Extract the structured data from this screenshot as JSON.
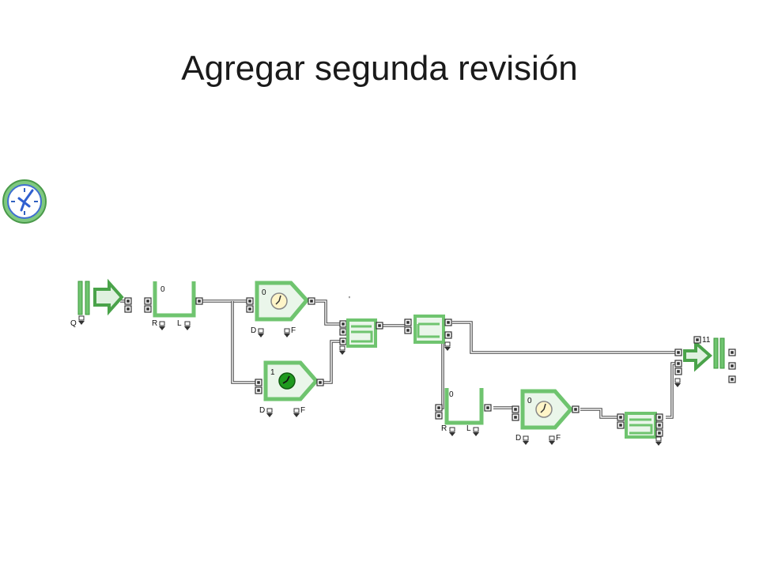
{
  "slide": {
    "title": "Agregar segunda revisión"
  },
  "diagram": {
    "colors": {
      "block": "#6fc46f",
      "block_dark": "#3c9a3c",
      "wire": "#444444",
      "active": "#1f9a1f"
    },
    "clock_icon": "clock-icon",
    "source": {
      "port_label": "Q"
    },
    "queue_1": {
      "count": "0",
      "port_r": "R",
      "port_l": "L"
    },
    "activity_1": {
      "count": "0",
      "port_d": "D",
      "port_f": "F"
    },
    "activity_2": {
      "count": "1",
      "port_d": "D",
      "port_f": "F"
    },
    "queue_2": {
      "count": "0",
      "port_r": "R",
      "port_l": "L"
    },
    "activity_3": {
      "count": "0",
      "port_d": "D",
      "port_f": "F"
    },
    "sink": {
      "count": "11"
    }
  }
}
